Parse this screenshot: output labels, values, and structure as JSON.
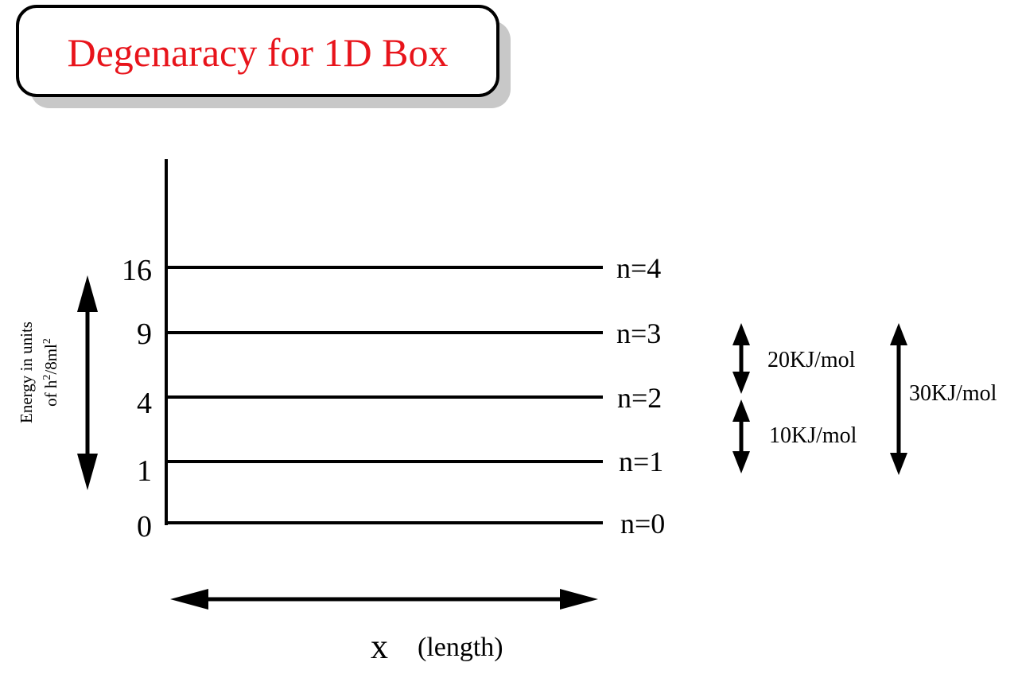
{
  "title": "Degenaracy for 1D Box",
  "colors": {
    "title": "#e8141b",
    "line": "#000000",
    "shadow": "#c8c8c8"
  },
  "y_axis_label": {
    "line1": "Energy in units",
    "line2_prefix": "of h",
    "line2_sup1": "2",
    "line2_mid": "/8ml",
    "line2_sup2": "2"
  },
  "levels": [
    {
      "energy": "0",
      "label": "n=0"
    },
    {
      "energy": "1",
      "label": "n=1"
    },
    {
      "energy": "4",
      "label": "n=2"
    },
    {
      "energy": "9",
      "label": "n=3"
    },
    {
      "energy": "16",
      "label": "n=4"
    }
  ],
  "gaps": {
    "upper": "20KJ/mol",
    "lower": "10KJ/mol",
    "total": "30KJ/mol"
  },
  "x_axis": {
    "symbol": "x",
    "label": "(length)"
  }
}
